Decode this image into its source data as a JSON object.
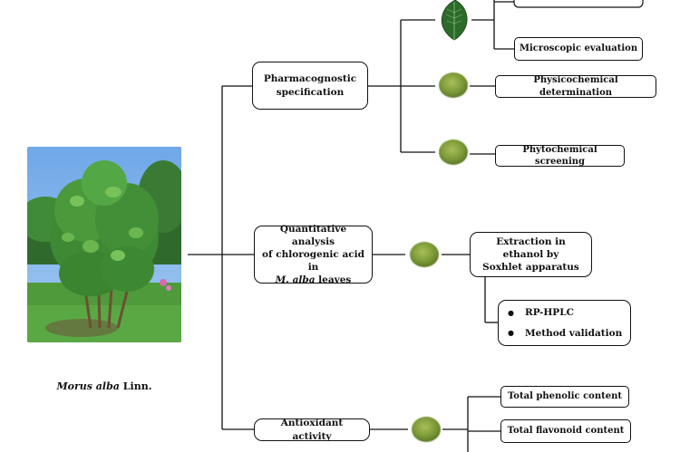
{
  "photo_caption": {
    "species": "Morus alba",
    "author": "Linn."
  },
  "pharmacognostic": {
    "line1": "Pharmacognostic",
    "line2": "specification"
  },
  "quantitative": {
    "line1": "Quantitative analysis",
    "line2": "of chlorogenic acid in",
    "line3_species": "M. alba",
    "line3_rest": " leaves"
  },
  "antioxidant": {
    "label": "Antioxidant activity"
  },
  "pharmacognostic_items": {
    "microscopic": "Microscopic evaluation",
    "physicochemical": "Physicochemical determination",
    "phytochemical": "Phytochemical screening"
  },
  "extraction": {
    "line1": "Extraction in ethanol by",
    "line2": "Soxhlet apparatus"
  },
  "hplc_methods": [
    "RP-HPLC",
    "Method validation"
  ],
  "antioxidant_items": {
    "phenolic": "Total phenolic content",
    "flavonoid": "Total flavonoid content"
  },
  "colors": {
    "line": "#111111",
    "leaf": "#2c6b2a",
    "powder": "#7a9a3a"
  }
}
